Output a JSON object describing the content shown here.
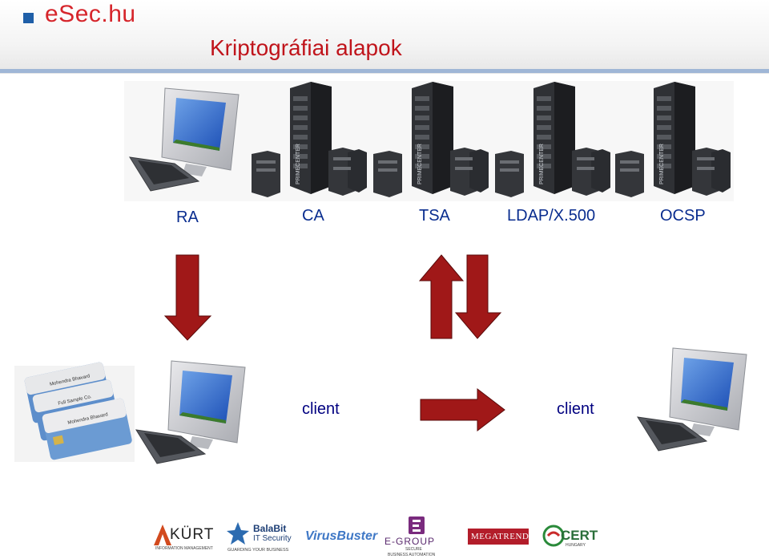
{
  "header": {
    "brand": "eSec.hu",
    "title": "Kriptográfiai alapok"
  },
  "servers": {
    "labels": [
      "RA",
      "CA",
      "TSA",
      "LDAP/X.500",
      "OCSP"
    ],
    "rack_text": "PRIMECENTER"
  },
  "clients": {
    "left_label": "client",
    "right_label": "client"
  },
  "cards": {
    "name": "Mohendra Bhavard",
    "line": "Full Sample Co."
  },
  "logos": {
    "kurt": "KÜRT",
    "kurt_sub": "INFORMATION MANAGEMENT",
    "balabit": "BalaBit",
    "balabit_sub": "IT Security",
    "balabit_tag": "GUARDING YOUR BUSINESS",
    "virusbuster": "VirusBuster",
    "egroup": "E-GROUP",
    "egroup_sub1": "SECURE",
    "egroup_sub2": "BUSINESS AUTOMATION",
    "megatrend": "MEGATREND",
    "cert": "CERT",
    "cert_sub": "HUNGARY"
  },
  "colors": {
    "brand_red": "#d6252b",
    "title_red": "#c0141b",
    "label_blue": "#0a2d8f",
    "arrow_red": "#a01818",
    "header_rule": "#9fb6d6"
  }
}
